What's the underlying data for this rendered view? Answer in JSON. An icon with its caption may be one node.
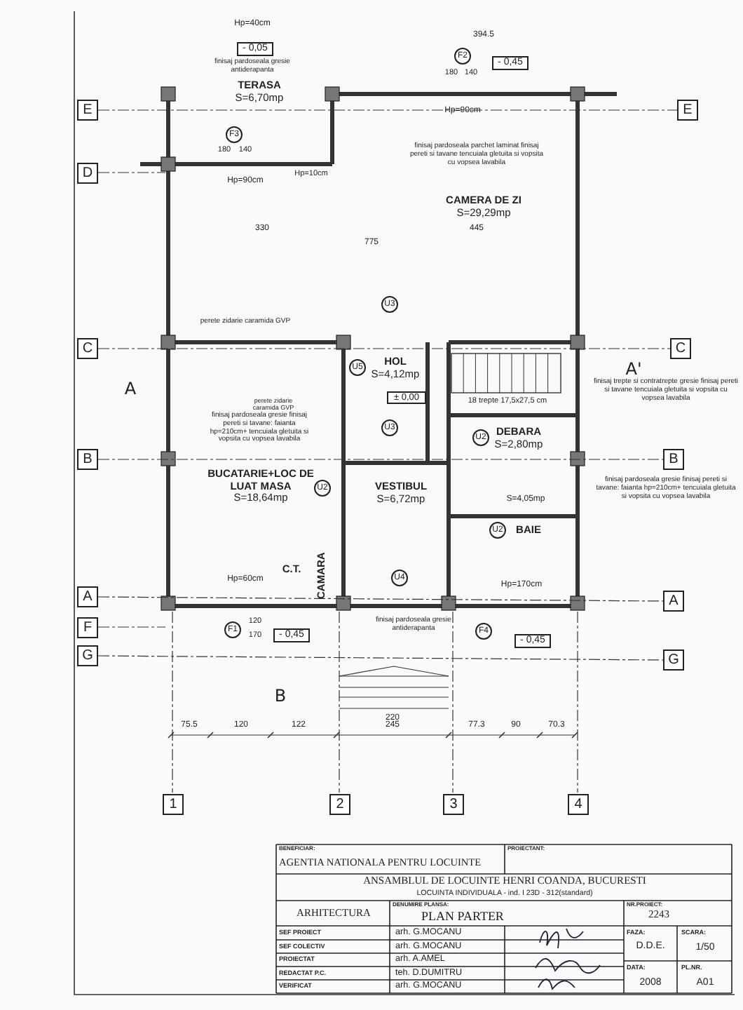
{
  "diagram": {
    "nodes": [
      {
        "text": [
          "TERASA",
          "S=6,70mp"
        ]
      },
      {
        "text": [
          "CAMERA DE ZI",
          "S=29,29mp"
        ]
      },
      {
        "text": [
          "HOL",
          "S=4,12mp"
        ]
      },
      {
        "text": [
          "BUCATARIE+LOC DE LUAT MASA",
          "S=18,64mp"
        ]
      },
      {
        "text": [
          "VESTIBUL",
          "S=6,72mp"
        ]
      },
      {
        "text": [
          "DEBARA",
          "S=2,80mp"
        ]
      },
      {
        "text": [
          "BAIE"
        ]
      },
      {
        "text": [
          "CAMARA"
        ]
      },
      {
        "text": [
          "C.T."
        ]
      },
      {
        "text": [
          "E"
        ]
      },
      {
        "text": [
          "E"
        ]
      },
      {
        "text": [
          "D"
        ]
      },
      {
        "text": [
          "C"
        ]
      },
      {
        "text": [
          "C"
        ]
      },
      {
        "text": [
          "B"
        ]
      },
      {
        "text": [
          "B"
        ]
      },
      {
        "text": [
          "A"
        ]
      },
      {
        "text": [
          "A"
        ]
      },
      {
        "text": [
          "F"
        ]
      },
      {
        "text": [
          "G"
        ]
      },
      {
        "text": [
          "G"
        ]
      },
      {
        "text": [
          "1"
        ]
      },
      {
        "text": [
          "2"
        ]
      },
      {
        "text": [
          "3"
        ]
      },
      {
        "text": [
          "4"
        ]
      },
      {
        "text": [
          "F3"
        ]
      },
      {
        "text": [
          "F2"
        ]
      },
      {
        "text": [
          "U3"
        ]
      },
      {
        "text": [
          "U5"
        ]
      },
      {
        "text": [
          "U3"
        ]
      },
      {
        "text": [
          "U2"
        ]
      },
      {
        "text": [
          "U2"
        ]
      },
      {
        "text": [
          "U2"
        ]
      },
      {
        "text": [
          "U4"
        ]
      },
      {
        "text": [
          "F1"
        ]
      },
      {
        "text": [
          "F4"
        ]
      }
    ],
    "edges": [
      {
        "from": 9,
        "to": 10,
        "arrow": "none",
        "style": "dashed"
      },
      {
        "from": 12,
        "to": 13,
        "arrow": "none",
        "style": "dashed"
      },
      {
        "from": 14,
        "to": 15,
        "arrow": "none",
        "style": "dashed"
      },
      {
        "from": 16,
        "to": 17,
        "arrow": "none",
        "style": "dashed"
      },
      {
        "from": 19,
        "to": 20,
        "arrow": "none",
        "style": "dashed"
      }
    ],
    "labels": [
      "Hp=40cm",
      "- 0,05",
      "finisaj pardoseala gresie antiderapanta",
      "394.5",
      "- 0,45",
      "180",
      "140",
      "Hp=90cm",
      "180",
      "140",
      "Hp=90cm",
      "Hp=10cm",
      "finisaj pardoseala parchet laminat finisaj pereti si tavane tencuiala gletuita si vopsita cu vopsea lavabila",
      "330",
      "775",
      "445",
      "perete zidarie caramida GVP",
      "18 trepte 17,5x27,5 cm",
      "A",
      "A'",
      "± 0,00",
      "perete zidarie caramida GVP",
      "finisaj trepte si contratrepte gresie finisaj pereti si tavane tencuiala gletuita si vopsita cu vopsea lavabila",
      "finisaj pardoseala gresie finisaj pereti si tavane: faianta hp=210cm+ tencuiala gletuita si vopsita cu vopsea lavabila",
      "S=4,05mp",
      "finisaj pardoseala gresie finisaj pereti si tavane: faianta hp=210cm+ tencuiala gletuita si vopsita cu vopsea lavabila",
      "Hp=60cm",
      "Hp=170cm",
      "- 0,45",
      "finisaj pardoseala gresie antiderapanta",
      "- 0,45",
      "120",
      "170",
      "B",
      "220",
      "75.5",
      "120",
      "122",
      "245",
      "77.3",
      "90",
      "70.3",
      "BENEFICIAR:",
      "AGENTIA NATIONALA PENTRU LOCUINTE",
      "PROIECTANT:",
      "ANSAMBLUL DE LOCUINTE HENRI COANDA, BUCURESTI",
      "LOCUINTA INDIVIDUALA - ind. I 23D - 312(standard)",
      "ARHITECTURA",
      "DENUMIRE PLANSA:",
      "PLAN PARTER",
      "NR.PROIECT:",
      "2243",
      "SEF PROIECT",
      "arh. G.MOCANU",
      "SEF COLECTIV",
      "arh. G.MOCANU",
      "PROIECTAT",
      "arh. A.AMEL",
      "REDACTAT P.C.",
      "teh. D.DUMITRU",
      "VERIFICAT",
      "arh. G.MOCANU",
      "FAZA:",
      "D.D.E.",
      "SCARA:",
      "1/50",
      "DATA:",
      "2008",
      "PL.NR.",
      "A01"
    ]
  }
}
